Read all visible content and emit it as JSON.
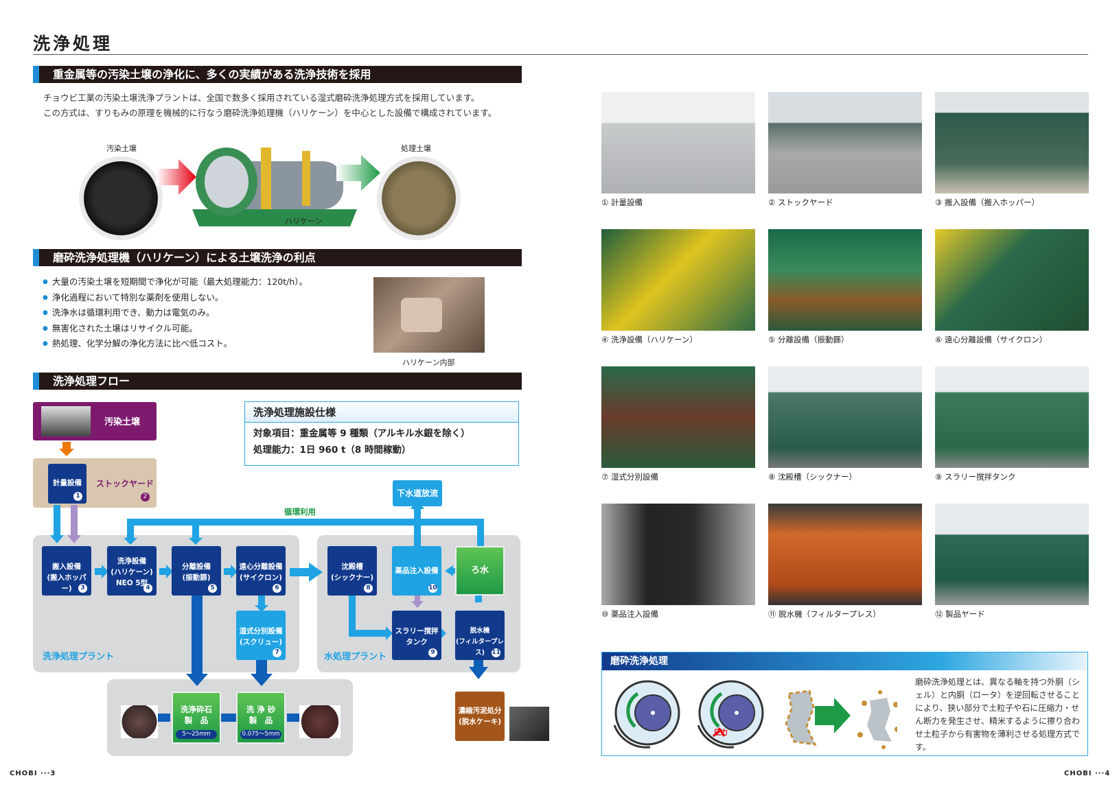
{
  "page_title": "洗浄処理",
  "section1": {
    "heading": "重金属等の汚染土壌の浄化に、多くの実績がある洗浄技術を採用",
    "intro": [
      "チョウビ工業の汚染土壌洗浄プラントは、全国で数多く採用されている湿式磨砕洗浄処理方式を採用しています。",
      "この方式は、すりもみの原理を機械的に行なう磨砕洗浄処理機（ハリケーン）を中心とした設備で構成されています。"
    ],
    "label_contaminated": "汚染土壌",
    "label_treated": "処理土壌",
    "label_machine": "ハリケーン"
  },
  "section2": {
    "heading": "磨砕洗浄処理機（ハリケーン）による土壌洗浄の利点",
    "benefits": [
      "大量の汚染土壌を短期間で浄化が可能（最大処理能力：120t/h）。",
      "浄化過程において特別な薬剤を使用しない。",
      "洗浄水は循環利用でき、動力は電気のみ。",
      "無害化された土壌はリサイクル可能。",
      "熱処理、化学分解の浄化方法に比べ低コスト。"
    ],
    "photo_caption": "ハリケーン内部"
  },
  "section3": {
    "heading": "洗浄処理フロー"
  },
  "spec": {
    "title": "洗浄処理施設仕様",
    "line1": "対象項目：重金属等 9 種類（アルキル水銀を除く）",
    "line2": "処理能力：1日 960 t（8 時間稼動）"
  },
  "flow": {
    "contaminated": "汚染土壌",
    "weigh": "計量設備",
    "stock": "ストックヤード",
    "recycle": "循環利用",
    "sewer": "下水道放流",
    "b3": [
      "搬入設備",
      "(搬入ホッパー)"
    ],
    "b4": [
      "洗浄設備",
      "(ハリケーン)",
      "NEO 5型"
    ],
    "b5": [
      "分離設備",
      "(振動篩)"
    ],
    "b6": [
      "遠心分離設備",
      "(サイクロン)"
    ],
    "b7": [
      "湿式分別設備",
      "(スクリュー)"
    ],
    "b8": [
      "沈殿槽",
      "(シックナー)"
    ],
    "b10": "薬品注入設備",
    "filtrate": "ろ水",
    "b9": [
      "スラリー撹拌",
      "タンク"
    ],
    "b11": [
      "脱水機",
      "(フィルタープレス)"
    ],
    "plant1": "洗浄処理プラント",
    "plant2": "水処理プラント",
    "gravel": [
      "洗浄砕石",
      "製　品"
    ],
    "gravel_size": "5～25mm",
    "sand": [
      "洗 浄 砂",
      "製　品"
    ],
    "sand_size": "0.075～5mm",
    "sludge": [
      "濃縮汚泥処分",
      "(脱水ケーキ)"
    ]
  },
  "photos": [
    "① 計量設備",
    "② ストックヤード",
    "③ 搬入設備（搬入ホッパー）",
    "④ 洗浄設備（ハリケーン）",
    "⑤ 分離設備（振動篩）",
    "⑥ 遠心分離設備（サイクロン）",
    "⑦ 湿式分別設備",
    "⑧ 沈殿槽（シックナー）",
    "⑨ スラリー撹拌タンク",
    "⑩ 薬品注入設備",
    "⑪ 脱水機（フィルタープレス）",
    "⑫ 製品ヤード"
  ],
  "grinding": {
    "heading": "磨砕洗浄処理",
    "pressure": "圧力",
    "text": "磨砕洗浄処理とは、異なる軸を持つ外胴（シェル）と内胴（ロータ）を逆回転させることにより、狭い部分で土粒子や石に圧縮力・せん断力を発生させ、精米するように擦り合わせ土粒子から有害物を薄利させる処理方式です。"
  },
  "footer_left": "CHOBI ···3",
  "footer_right": "CHOBI ···4",
  "colors": {
    "accent": "#1f8ed6",
    "navy": "#123a8c",
    "light": "#1fa3e3",
    "purple": "#7d1a6e",
    "stock_bg": "#d8c6ae"
  }
}
